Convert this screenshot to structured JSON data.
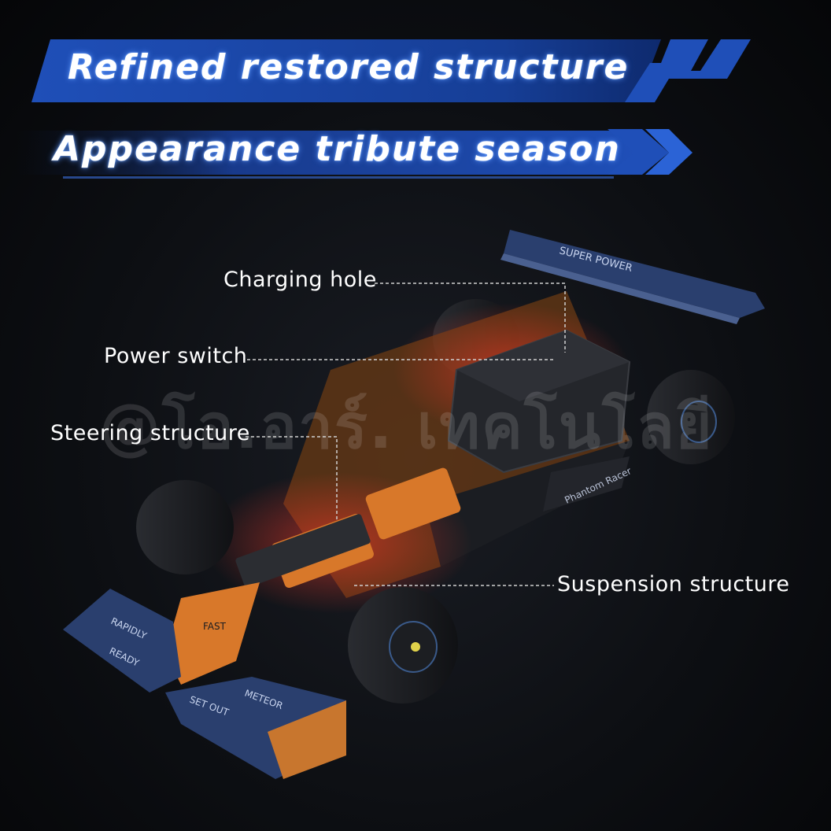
{
  "banners": {
    "title": "Refined restored structure",
    "subtitle": "Appearance tribute season"
  },
  "callouts": {
    "charging_hole": "Charging hole",
    "power_switch": "Power switch",
    "steering_structure": "Steering structure",
    "suspension_structure": "Suspension structure"
  },
  "car": {
    "rear_wing_text": "SUPER POWER",
    "side_text": "Phantom Racer",
    "nose_text": "FAST",
    "front_wing_texts": [
      "RAPIDLY",
      "READY",
      "SET OUT",
      "METEOR"
    ]
  },
  "watermark": "@โอ.อาร์. เทคโนโลยี",
  "colors": {
    "banner_blue": "#1f4fb8",
    "banner_dark": "#0e2a6e",
    "car_orange": "#d8782a",
    "car_blue": "#2a3f6e",
    "glow_red": "#ff3a2a",
    "text_white": "#ffffff"
  }
}
